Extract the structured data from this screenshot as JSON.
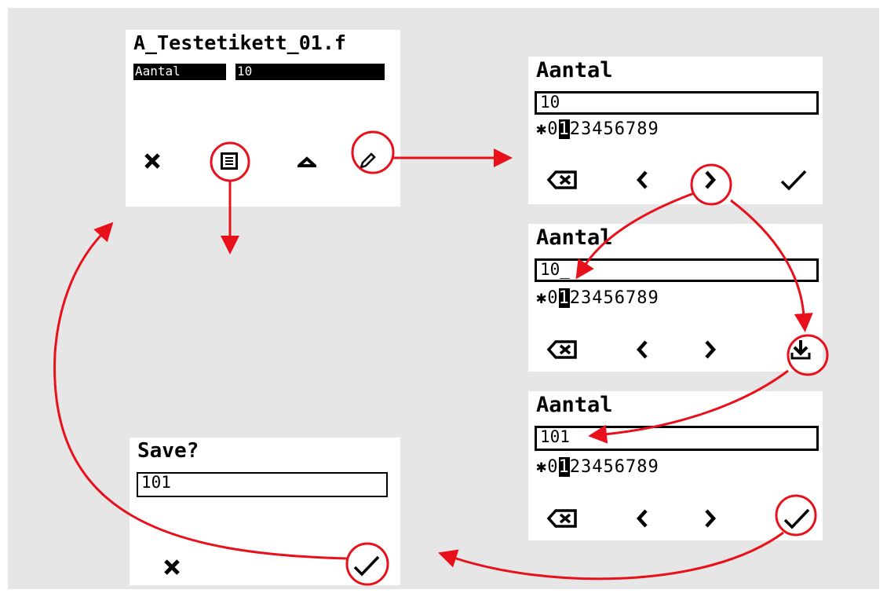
{
  "screen_list": {
    "title": "A_Testetikett_01.f",
    "row_label": "Aantal",
    "row_value": "10",
    "icons": [
      "close-icon",
      "menu-icon",
      "up-icon",
      "edit-icon"
    ]
  },
  "screen_edit1": {
    "title": "Aantal",
    "field_value": "10",
    "chars_prefix": "✱0",
    "chars_selected": "1",
    "chars_suffix": "23456789",
    "icons": [
      "backspace-icon",
      "chevron-left-icon",
      "chevron-right-icon",
      "checkmark-icon"
    ]
  },
  "screen_edit2": {
    "title": "Aantal",
    "field_value": "10_",
    "chars_prefix": "✱0",
    "chars_selected": "1",
    "chars_suffix": "23456789",
    "icons": [
      "backspace-icon",
      "chevron-left-icon",
      "chevron-right-icon",
      "insert-icon"
    ]
  },
  "screen_edit3": {
    "title": "Aantal",
    "field_value": "101",
    "chars_prefix": "✱0",
    "chars_selected": "1",
    "chars_suffix": "23456789",
    "icons": [
      "backspace-icon",
      "chevron-left-icon",
      "chevron-right-icon",
      "checkmark-icon"
    ]
  },
  "screen_save": {
    "title": "Save?",
    "field_value": "101",
    "icons": [
      "close-icon",
      "checkmark-icon"
    ]
  },
  "colors": {
    "highlight": "#e8101a",
    "background": "#e6e6e6"
  }
}
